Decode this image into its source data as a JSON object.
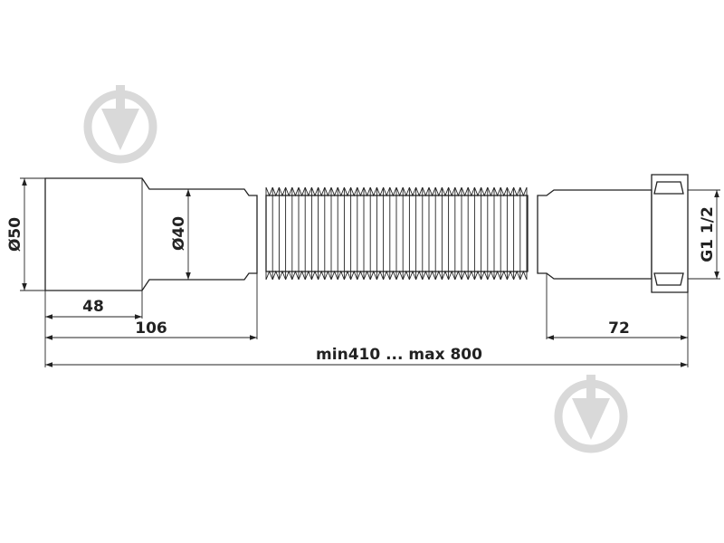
{
  "dimensions": {
    "diameter_inlet": "Ø50",
    "diameter_pipe": "Ø40",
    "thread": "G1 1/2",
    "length_socket": "48",
    "length_inlet": "106",
    "length_outlet": "72",
    "length_total": "min410 ... max 800"
  },
  "colors": {
    "line": "#222222",
    "watermark": "#d9d9d9"
  },
  "icons": {
    "watermark": "drop-arrow-logo"
  }
}
